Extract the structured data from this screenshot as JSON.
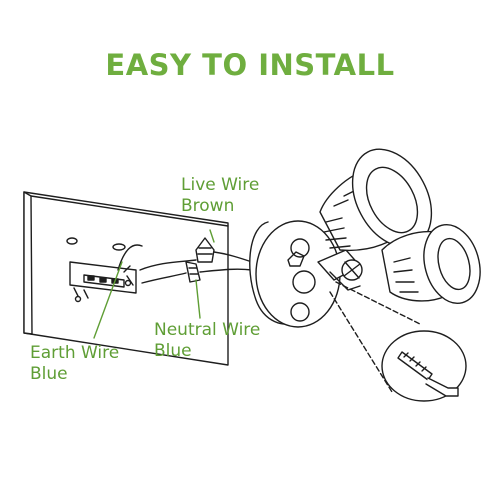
{
  "title": "EASY TO INSTALL",
  "labels": {
    "live": {
      "line1": "Live Wire",
      "line2": "Brown"
    },
    "neutral": {
      "line1": "Neutral Wire",
      "line2": "Blue"
    },
    "earth": {
      "line1": "Earth Wire",
      "line2": "Blue"
    }
  },
  "colors": {
    "accent": "#6fae3f",
    "label": "#5f9e35",
    "stroke": "#1e1e1e",
    "fill": "#ffffff"
  },
  "icons": [
    "wall-plate",
    "junction-box",
    "wire-nut",
    "mounting-plate",
    "flood-lamp",
    "screw",
    "hex-key"
  ]
}
